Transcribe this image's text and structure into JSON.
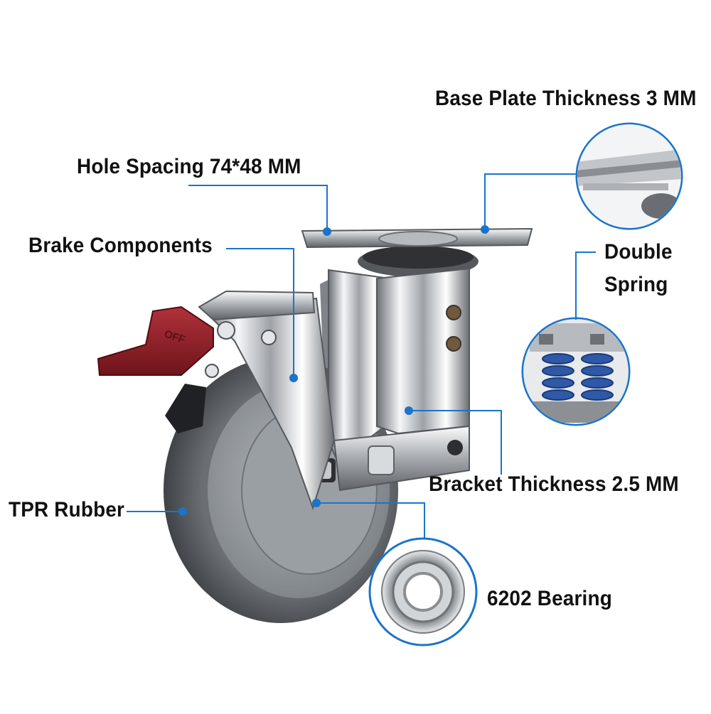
{
  "colors": {
    "leader_line": "#1a74c9",
    "brake_pedal": "#8e1c24",
    "tire": "#5e6266",
    "hub": "#8e9398",
    "chrome_dark": "#5a5d61",
    "chrome_light": "#f2f4f6",
    "spring": "#2f58a6",
    "background": "#ffffff"
  },
  "labels": {
    "base_plate": "Base Plate Thickness 3 MM",
    "hole_spacing": "Hole Spacing 74*48 MM",
    "brake": "Brake Components",
    "double_spring_1": "Double",
    "double_spring_2": "Spring",
    "bracket": "Bracket Thickness 2.5 MM",
    "tpr": "TPR Rubber",
    "bearing": "6202 Bearing"
  },
  "pedal_text": "OFF",
  "icons": [
    "callout-dot-icon",
    "zoom-lens-icon",
    "caster-wheel-illustration",
    "bearing-illustration",
    "spring-illustration"
  ]
}
